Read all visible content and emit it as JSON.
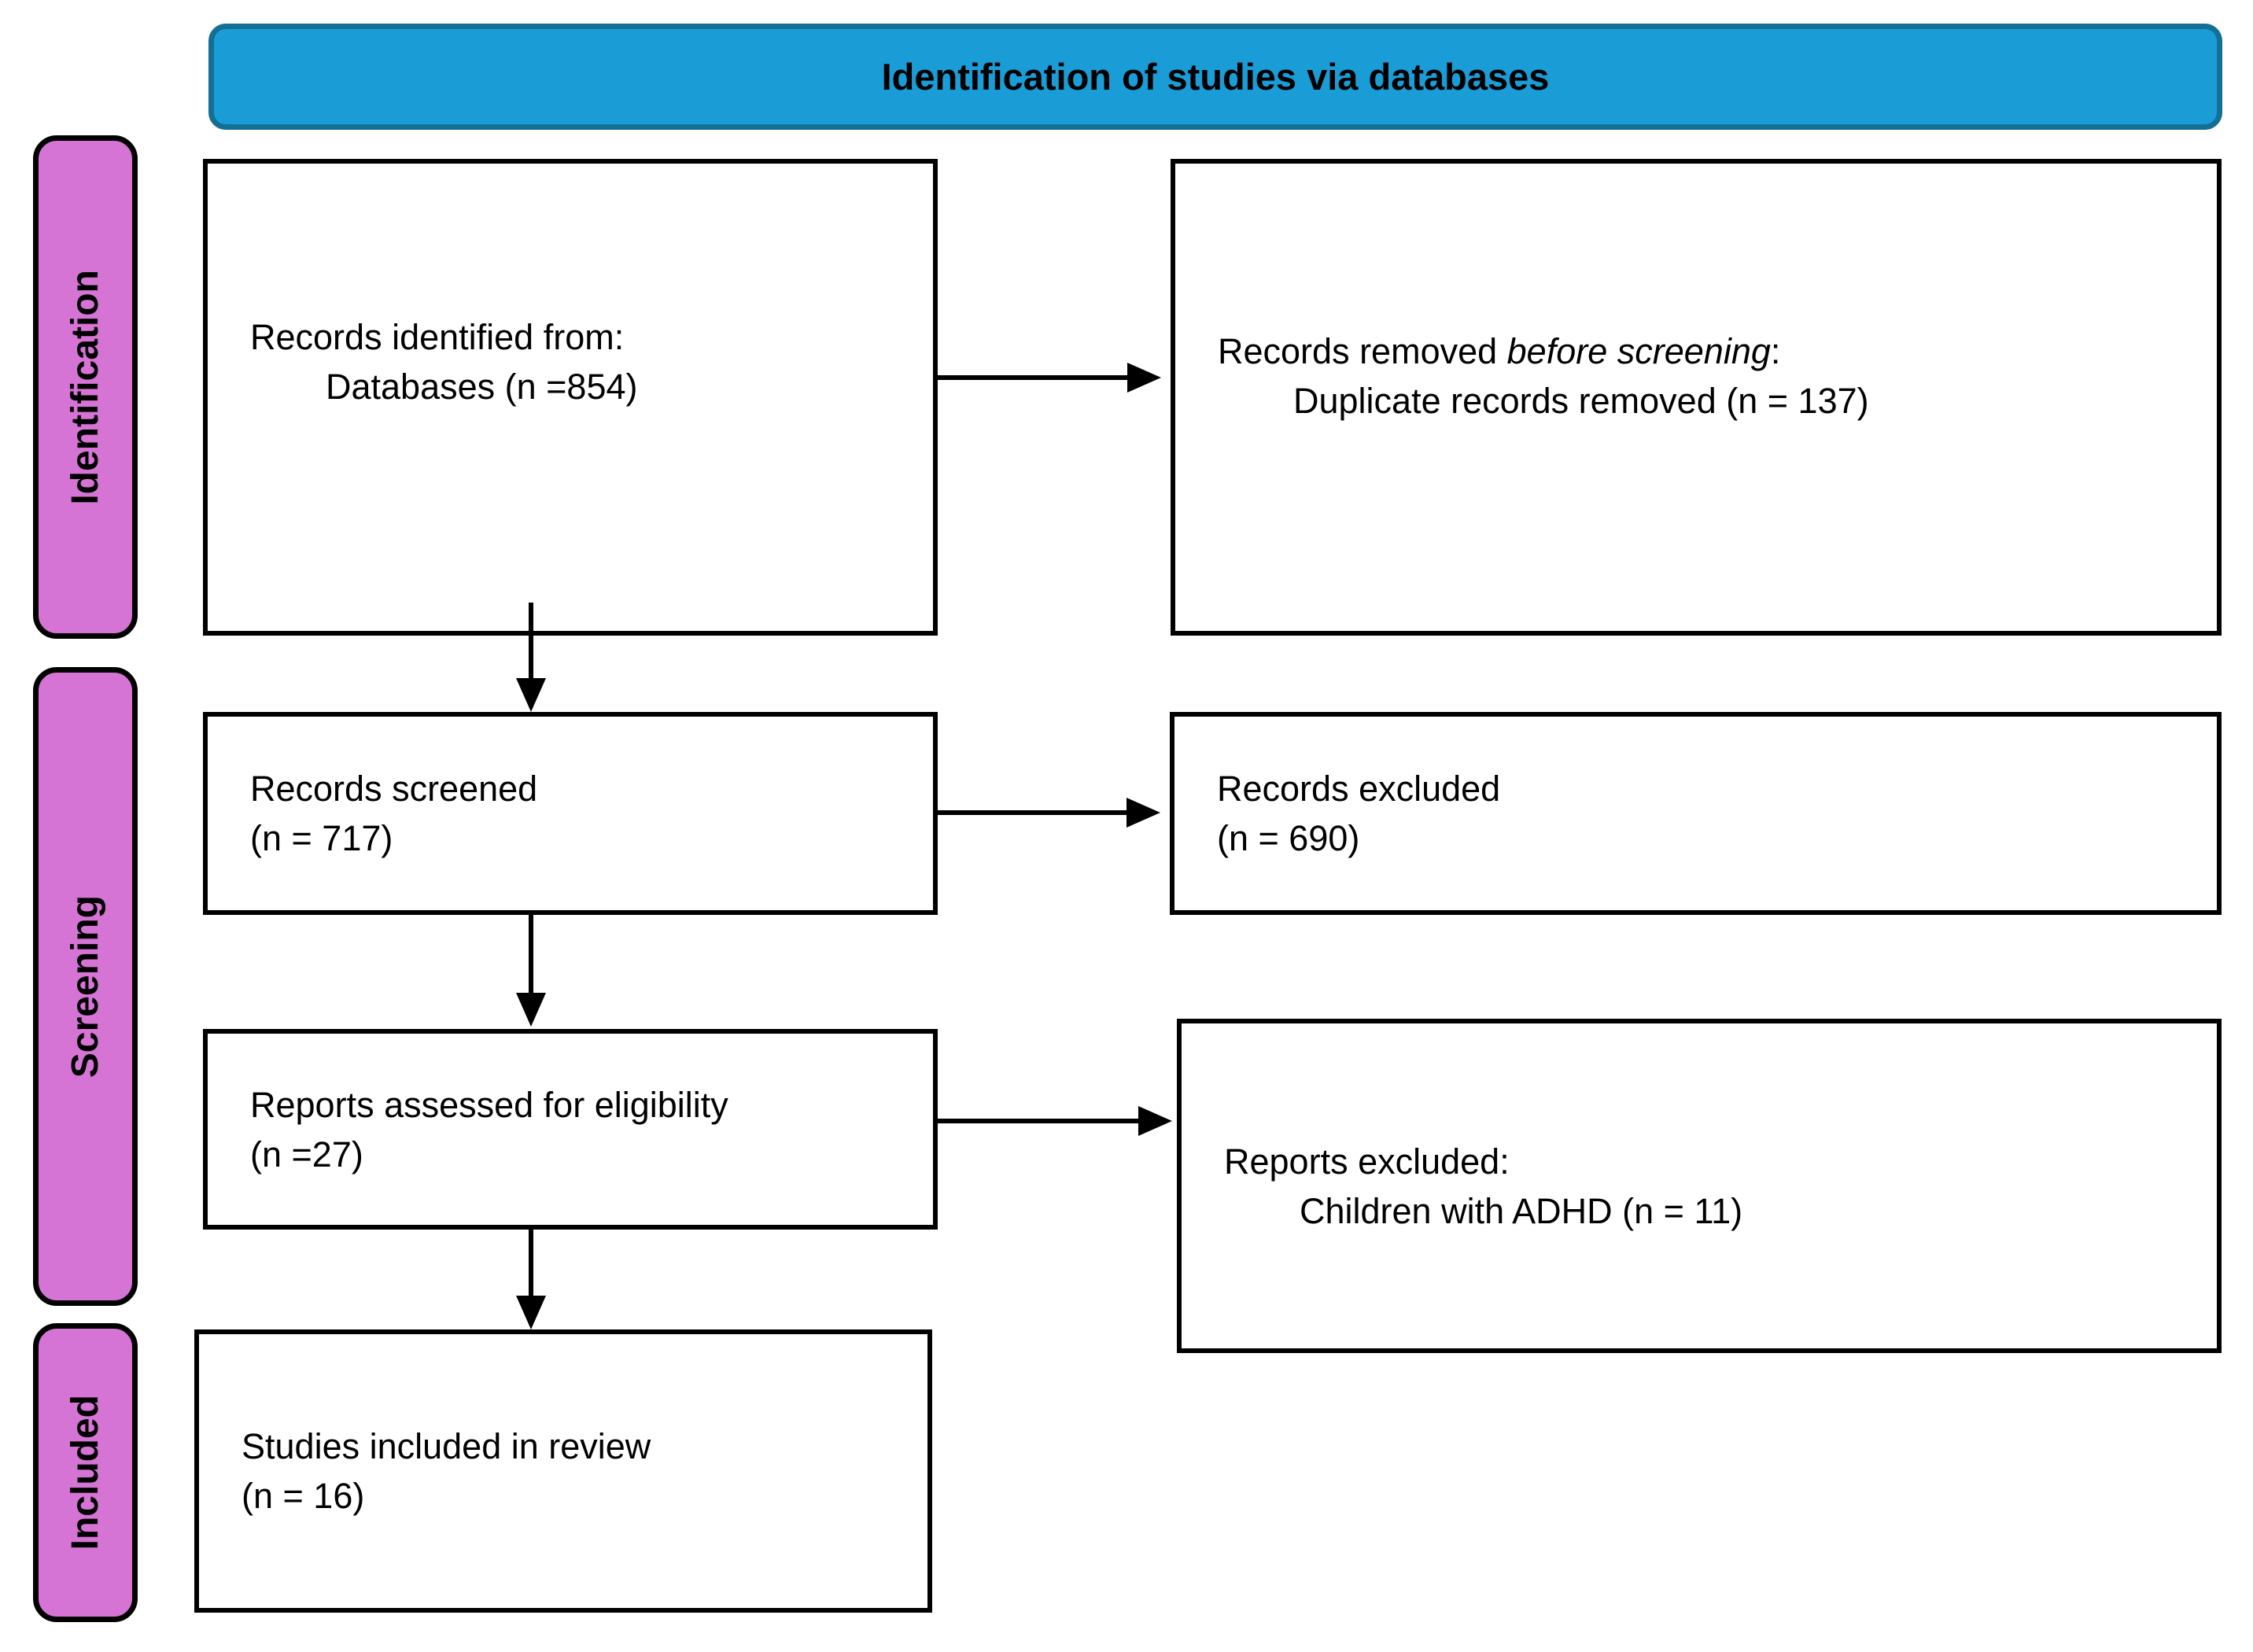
{
  "header": {
    "title": "Identification of studies via databases"
  },
  "sidebar": {
    "identification": "Identification",
    "screening": "Screening",
    "included": "Included"
  },
  "boxes": {
    "records_identified": {
      "line1": "Records identified from:",
      "line2": "Databases (n =854)"
    },
    "records_removed": {
      "line1_prefix": "Records removed ",
      "line1_italic": "before screening",
      "line1_suffix": ":",
      "line2": "Duplicate records removed (n = 137)"
    },
    "records_screened": {
      "line1": "Records screened",
      "line2": "(n = 717)"
    },
    "records_excluded": {
      "line1": "Records excluded",
      "line2": "(n = 690)"
    },
    "reports_assessed": {
      "line1": "Reports assessed for eligibility",
      "line2": "(n =27)"
    },
    "reports_excluded": {
      "line1": "Reports excluded:",
      "line2": "Children with ADHD (n = 11)"
    },
    "studies_included": {
      "line1": "Studies included in review",
      "line2": "(n = 16)"
    }
  },
  "colors": {
    "header_fill": "#1a9cd7",
    "header_border": "#136f93",
    "sidebar_fill": "#d674d6",
    "box_border": "#000000",
    "arrow_color": "#000000"
  }
}
